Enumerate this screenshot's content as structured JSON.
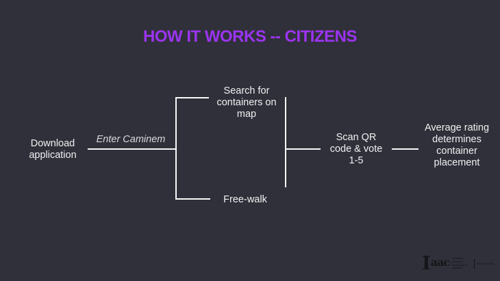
{
  "title": "HOW IT WORKS -- CITIZENS",
  "flow": {
    "download_lines": [
      "Download",
      "application"
    ],
    "edge_label": "Enter Caminem",
    "search_lines": [
      "Search for",
      "containers on",
      "map"
    ],
    "freewalk": "Free-walk",
    "scan_lines": [
      "Scan QR",
      "code & vote",
      "1-5"
    ],
    "average_lines": [
      "Average rating",
      "determines",
      "container",
      "placement"
    ]
  },
  "colors": {
    "background": "#30303a",
    "title": "#9c34f2",
    "text": "#f1f1f3",
    "edge_label_text": "#d9d9de",
    "line": "#fafafa",
    "logo": "#15151a"
  },
  "logo": {
    "initial": "I",
    "rest": "aac",
    "subtitle": "Institute for advanced architecture of Catalonia",
    "location": "BARCELONA"
  }
}
